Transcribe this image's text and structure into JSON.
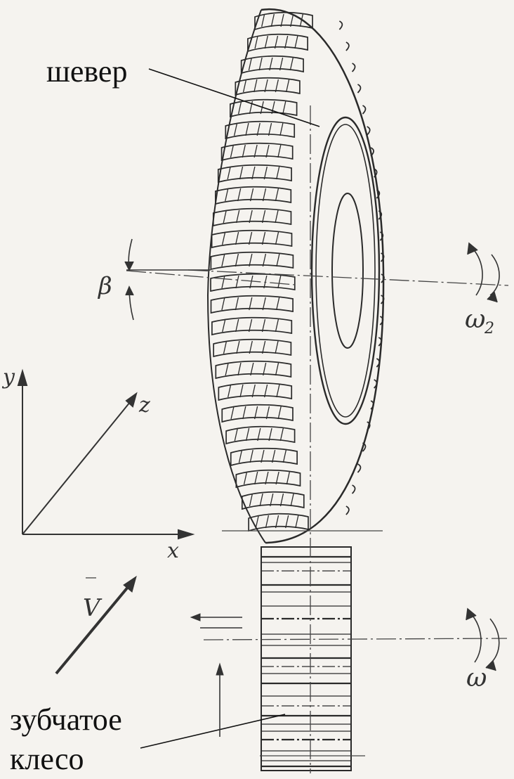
{
  "labels": {
    "shaver": "шевер",
    "gear_line1": "зубчатое",
    "gear_line2": "клесо"
  },
  "symbols": {
    "beta": "β",
    "omega2": "ω",
    "omega2_sub": "2",
    "omega": "ω",
    "velocity": "V",
    "velocity_bar": "‾",
    "axis_x": "x",
    "axis_y": "y",
    "axis_z": "z"
  },
  "colors": {
    "ink": "#2a2a2a",
    "paper": "#f5f3ef"
  }
}
